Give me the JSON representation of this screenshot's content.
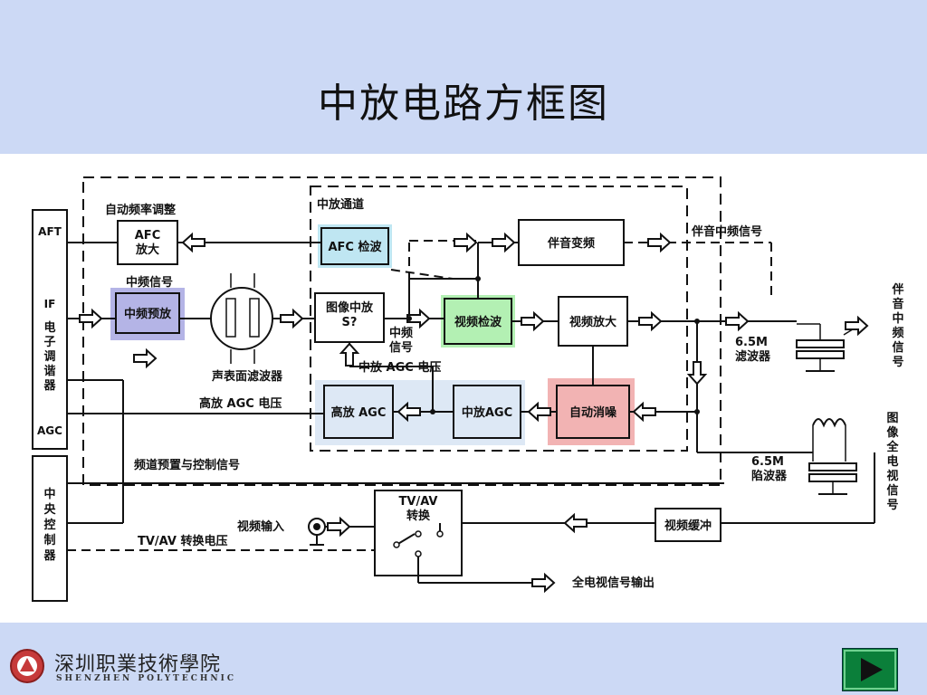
{
  "title": "中放电路方框图",
  "footer": {
    "school_cn": "深圳职業技術學院",
    "school_en": "SHENZHEN POLYTECHNIC"
  },
  "diagram": {
    "left_labels": {
      "aft": "AFT",
      "if": "IF",
      "tuner": "电子调谐器",
      "agc": "AGC",
      "cpu": "中央控制器"
    },
    "blocks": {
      "afc_amp": "AFC\n放大",
      "if_preamp": "中频预放",
      "img_if": "图像中放\nS?",
      "afc_det": "AFC 检波",
      "vid_det": "视频检波",
      "snd_conv": "伴音变频",
      "vid_amp": "视频放大",
      "hf_agc": "高放 AGC",
      "if_agc": "中放AGC",
      "anc": "自动消噪",
      "tvav": "TV/AV\n转换",
      "vid_buf": "视频缓冲"
    },
    "labels": {
      "afc_adjust": "自动频率调整",
      "if_channel": "中放通道",
      "if_signal": "中频信号",
      "saw": "声表面滤波器",
      "if_sig2": "中频\n信号",
      "if_agc_v": "中放 AGC 电压",
      "hf_agc_v": "高放 AGC 电压",
      "channel_ctrl": "频道预置与控制信号",
      "sound_if": "伴音中频信号",
      "filter65": "6.5M\n滤波器",
      "trap65": "6.5M\n陷波器",
      "snd_out": "伴音中频信号",
      "vid_full": "图像全电视信号",
      "video_in": "视频输入",
      "tvav_v": "TV/AV 转换电压",
      "full_out": "全电视信号输出"
    }
  }
}
